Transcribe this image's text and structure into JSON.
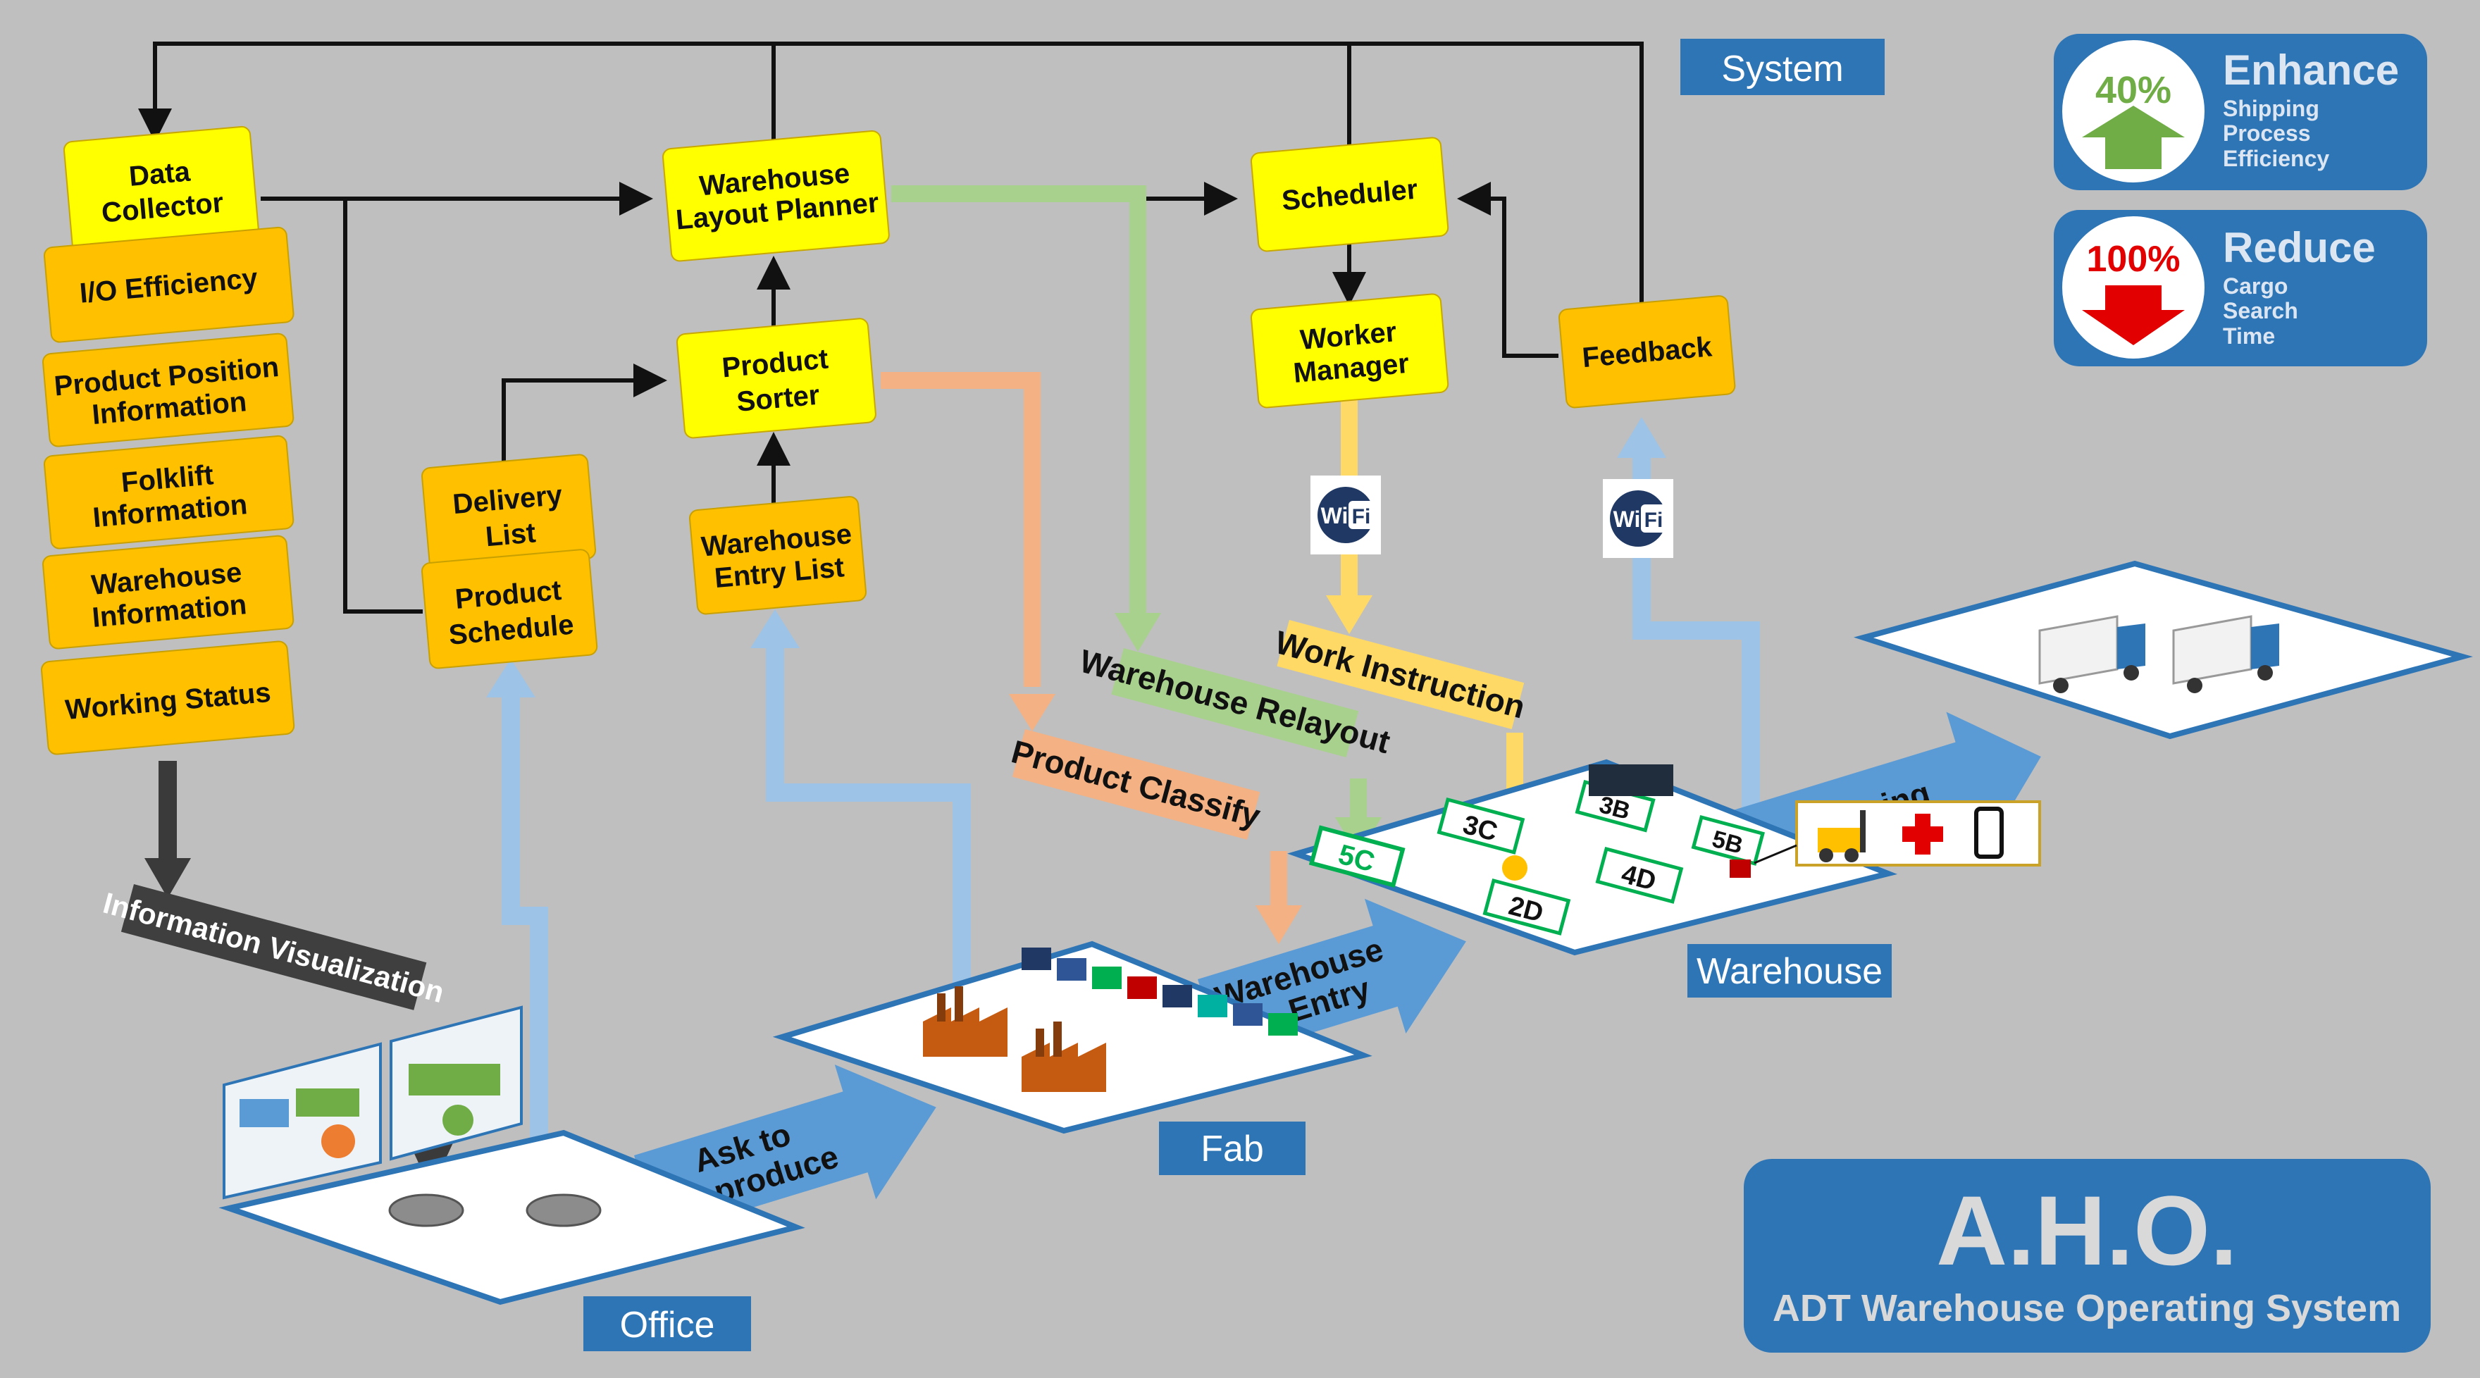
{
  "labels": {
    "system": "System",
    "office": "Office",
    "fab": "Fab",
    "warehouse": "Warehouse"
  },
  "kpis": [
    {
      "percent": "40%",
      "title": "Enhance",
      "desc": [
        "Shipping",
        "Process",
        "Efficiency"
      ]
    },
    {
      "percent": "100%",
      "title": "Reduce",
      "desc": [
        "Cargo",
        "Search",
        "Time"
      ]
    }
  ],
  "system_nodes": {
    "data_collector": [
      "Data",
      "Collector"
    ],
    "layout_planner": [
      "Warehouse",
      "Layout Planner"
    ],
    "scheduler": [
      "Scheduler"
    ],
    "product_sorter": [
      "Product",
      "Sorter"
    ],
    "worker_manager": [
      "Worker",
      "Manager"
    ],
    "feedback": [
      "Feedback"
    ],
    "delivery_list": [
      "Delivery",
      "List"
    ],
    "product_schedule": [
      "Product",
      "Schedule"
    ],
    "entry_list": [
      "Warehouse",
      "Entry List"
    ]
  },
  "collector_items": [
    [
      "I/O Efficiency"
    ],
    [
      "Product Position",
      "Information"
    ],
    [
      "Folklift",
      "Information"
    ],
    [
      "Warehouse",
      "Information"
    ],
    [
      "Working Status"
    ]
  ],
  "flows": {
    "info_viz": "Information Visualization",
    "relayout": "Warehouse Relayout",
    "work_instruction": "Work Instruction",
    "product_classify": "Product Classify",
    "warehouse_entry": [
      "Warehouse",
      "Entry"
    ],
    "ask_to_produce": [
      "Ask to",
      "produce"
    ],
    "shipping": "Shipping"
  },
  "wifi_label": "WiFi",
  "wifi_parts": [
    "Wi",
    "Fi"
  ],
  "zone_codes": [
    "5C",
    "3C",
    "4D",
    "3B",
    "5B",
    "2D"
  ],
  "brand": {
    "name": "A.H.O.",
    "subtitle": "ADT Warehouse Operating System"
  },
  "colors": {
    "yellow": "#ffff00",
    "orange": "#ffc000",
    "blue": "#2e75b6",
    "light_blue": "#9dc3e6",
    "green_flow": "#a9d18e",
    "peach_flow": "#f4b183",
    "gold_flow": "#ffd966",
    "background": "#bfbfbf"
  }
}
